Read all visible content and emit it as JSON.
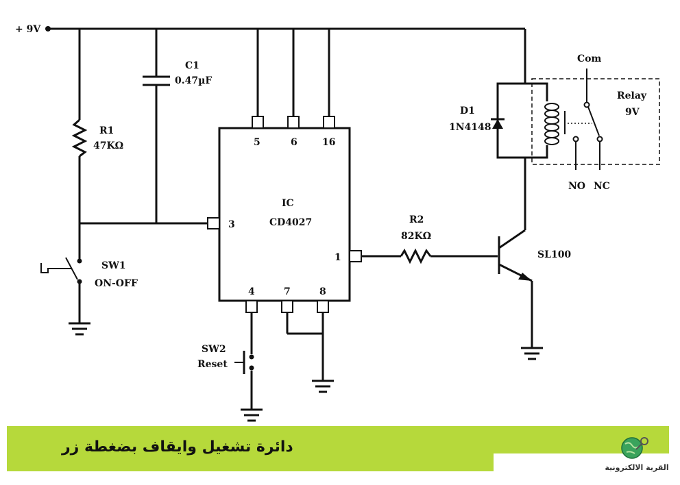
{
  "supply": {
    "label": "+ 9V"
  },
  "components": {
    "c1": {
      "ref": "C1",
      "value": "0.47µF"
    },
    "r1": {
      "ref": "R1",
      "value": "47KΩ"
    },
    "r2": {
      "ref": "R2",
      "value": "82KΩ"
    },
    "d1": {
      "ref": "D1",
      "value": "1N4148"
    },
    "ic": {
      "ref": "IC",
      "value": "CD4027"
    },
    "transistor": {
      "value": "SL100"
    },
    "relay": {
      "ref": "Relay",
      "value": "9V",
      "com": "Com",
      "no": "NO",
      "nc": "NC"
    },
    "sw1": {
      "ref": "SW1",
      "value": "ON-OFF"
    },
    "sw2": {
      "ref": "SW2",
      "value": "Reset"
    }
  },
  "ic_pins": {
    "p1": "1",
    "p3": "3",
    "p4": "4",
    "p5": "5",
    "p6": "6",
    "p7": "7",
    "p8": "8",
    "p16": "16"
  },
  "banner": {
    "title": "دائرة تشغيل وايقاف بضغطة زر",
    "color": "#b6d93b"
  },
  "logo": {
    "text": "القرية الالكترونية"
  }
}
